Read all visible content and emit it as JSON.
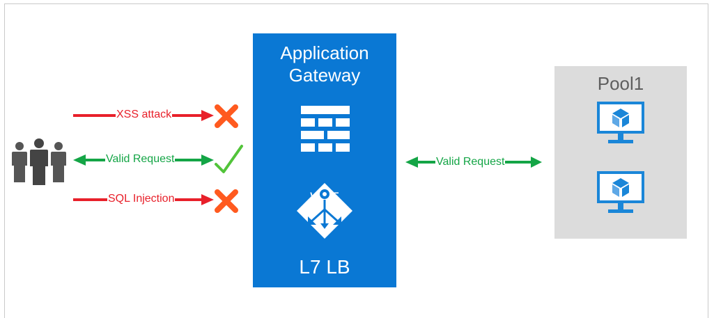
{
  "gateway": {
    "title_line1": "Application",
    "title_line2": "Gateway",
    "waf_label": "WAF",
    "lb_label": "L7 LB"
  },
  "pool": {
    "title": "Pool1"
  },
  "requests": [
    {
      "label": "XSS attack",
      "result": "blocked"
    },
    {
      "label": "Valid Request",
      "result": "allowed"
    },
    {
      "label": "SQL Injection",
      "result": "blocked"
    }
  ],
  "backend_request": {
    "label": "Valid Request"
  },
  "icons": [
    "users-icon",
    "cross-icon",
    "check-icon",
    "firewall-icon",
    "load-balancer-icon",
    "vm-monitor-icon"
  ],
  "colors": {
    "gateway": "#0a78d4",
    "attack": "#e8202a",
    "valid": "#14a546",
    "blocked_mark": "#ff5a1f",
    "pool_bg": "#dcdcdc",
    "vm": "#1a86d8"
  }
}
